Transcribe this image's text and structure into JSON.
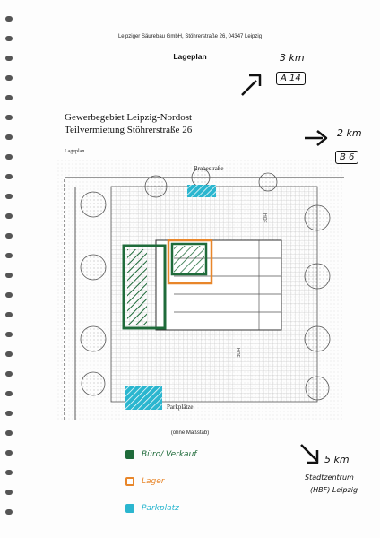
{
  "header": {
    "company_line": "Leipziger Säurebau GmbH, Stöhrerstraße 26, 04347 Leipzig",
    "page_title": "Lageplan"
  },
  "document": {
    "title_line1": "Gewerbegebiet Leipzig-Nordost",
    "title_line2": "Teilvermietung Stöhrerstraße 26",
    "subtitle": "Lageplan"
  },
  "map": {
    "street_top": "Brabestraße",
    "parking_label": "Parkplätze",
    "yard_label": "HOF",
    "scale_note": "(ohne Maßstab)"
  },
  "directions": [
    {
      "distance": "3 km",
      "road": "A 14"
    },
    {
      "distance": "2 km",
      "road": "B 6"
    },
    {
      "distance": "5 km",
      "destination_line1": "Stadtzentrum",
      "destination_line2": "(HBF) Leipzig"
    }
  ],
  "legend": [
    {
      "label": "Büro/ Verkauf",
      "color": "#1f6b3a"
    },
    {
      "label": "Lager",
      "color": "#e8862a"
    },
    {
      "label": "Parkplatz",
      "color": "#2bb6cf"
    }
  ]
}
